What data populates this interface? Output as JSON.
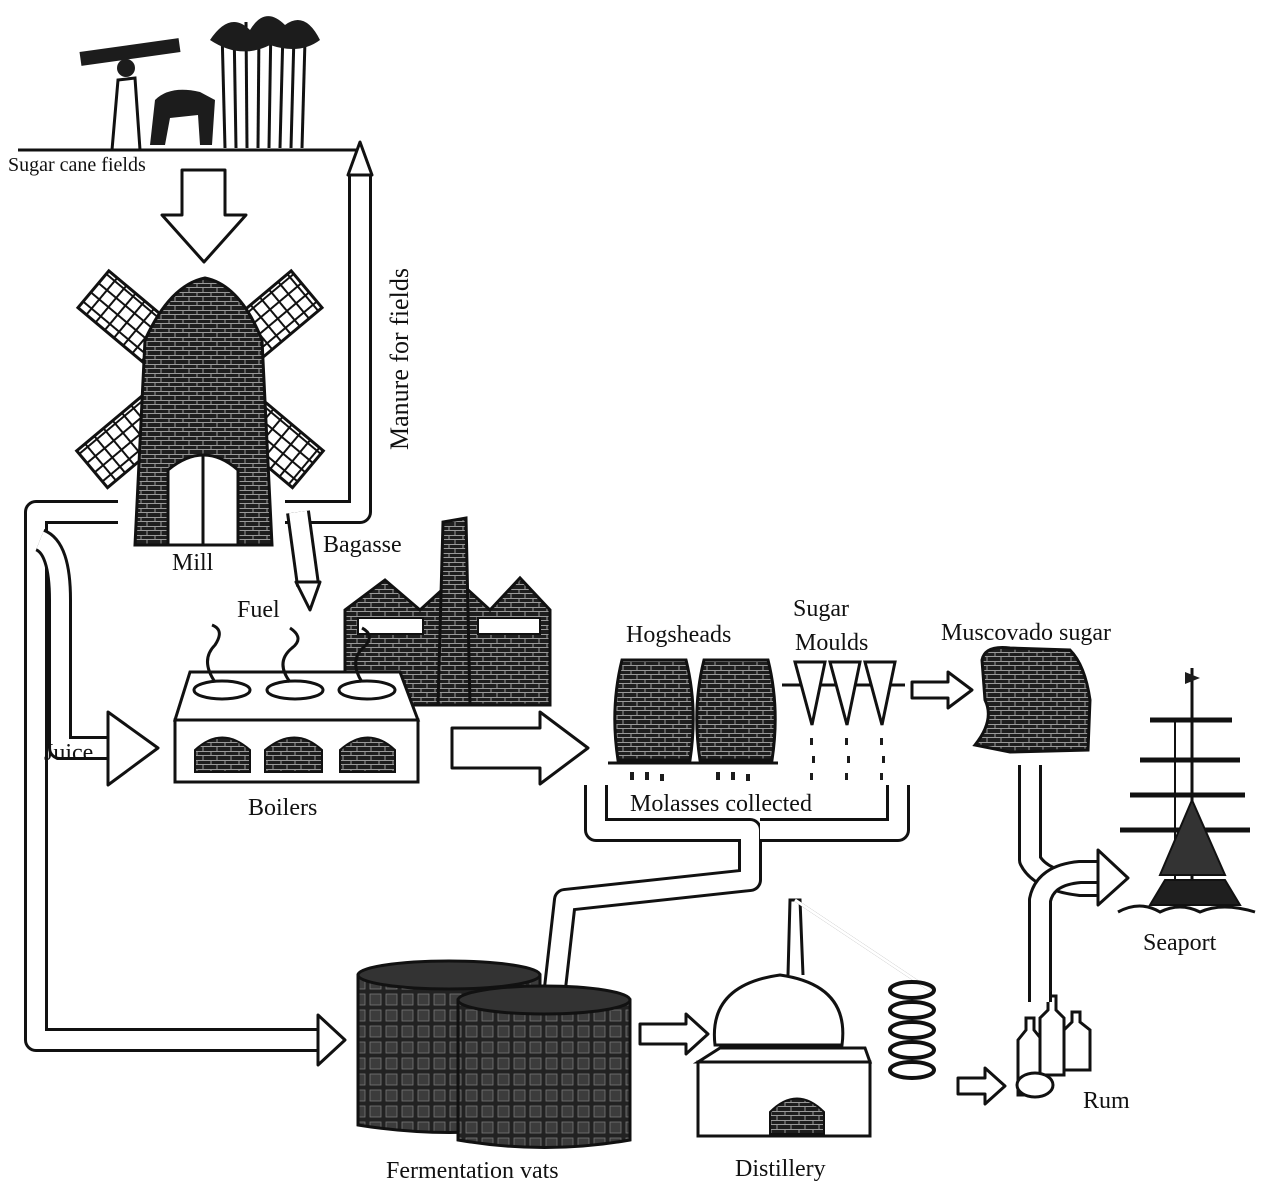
{
  "diagram": {
    "labels": {
      "sugar_cane_fields": "Sugar cane fields",
      "manure_for_fields": "Manure for fields",
      "mill": "Mill",
      "bagasse": "Bagasse",
      "fuel": "Fuel",
      "juice": "Juice",
      "boilers": "Boilers",
      "hogsheads": "Hogsheads",
      "sugar": "Sugar",
      "moulds": "Moulds",
      "muscovado_sugar": "Muscovado sugar",
      "molasses_collected": "Molasses collected",
      "seaport": "Seaport",
      "fermentation_vats": "Fermentation vats",
      "distillery": "Distillery",
      "rum": "Rum"
    }
  }
}
